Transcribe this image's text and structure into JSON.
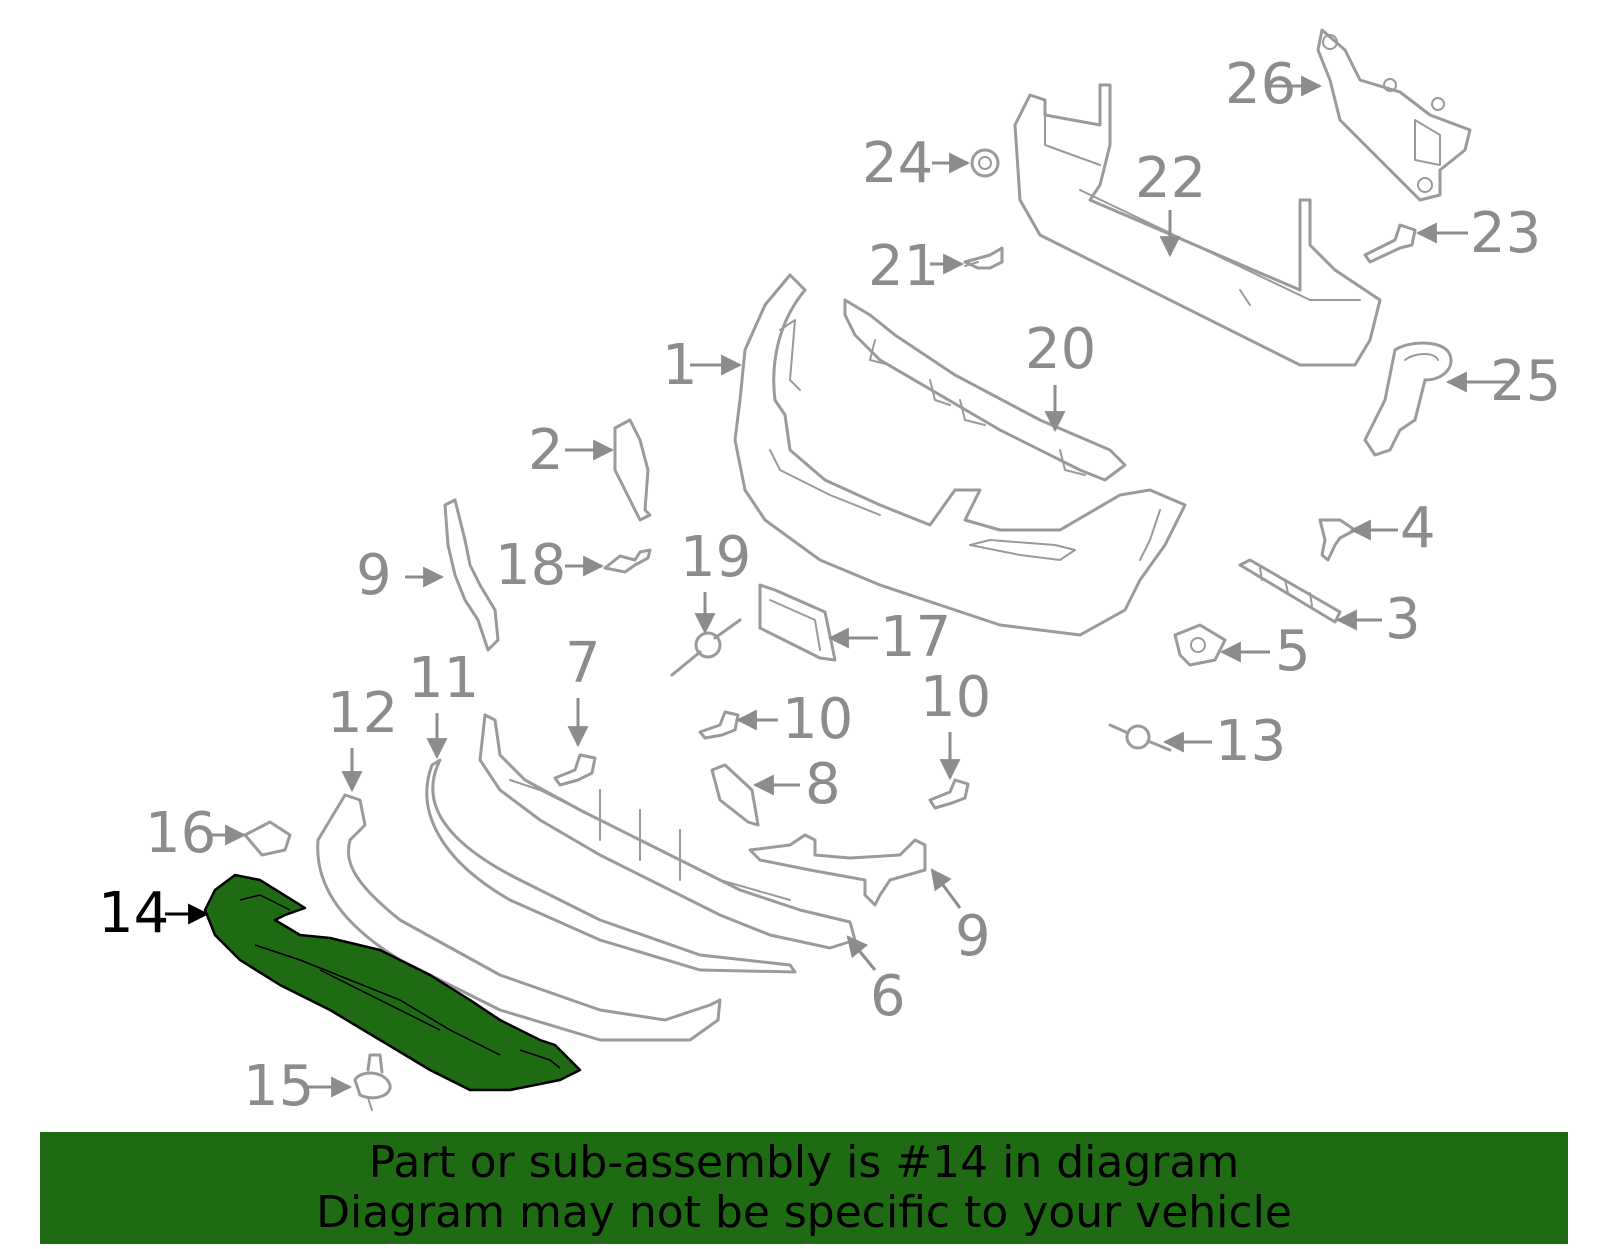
{
  "diagram": {
    "highlighted_part": "14",
    "highlight_color": "#1e6b14",
    "callout_color": "#8c8c8c",
    "callouts": {
      "c1": "1",
      "c2": "2",
      "c3": "3",
      "c4": "4",
      "c5": "5",
      "c6": "6",
      "c7": "7",
      "c8": "8",
      "c9a": "9",
      "c9b": "9",
      "c10a": "10",
      "c10b": "10",
      "c11": "11",
      "c12": "12",
      "c13": "13",
      "c14": "14",
      "c15": "15",
      "c16": "16",
      "c17": "17",
      "c18": "18",
      "c19": "19",
      "c20": "20",
      "c21": "21",
      "c22": "22",
      "c23": "23",
      "c24": "24",
      "c25": "25",
      "c26": "26"
    }
  },
  "footer": {
    "line1": "Part or sub-assembly is #14 in diagram",
    "line2": "Diagram may not be specific to your vehicle"
  }
}
